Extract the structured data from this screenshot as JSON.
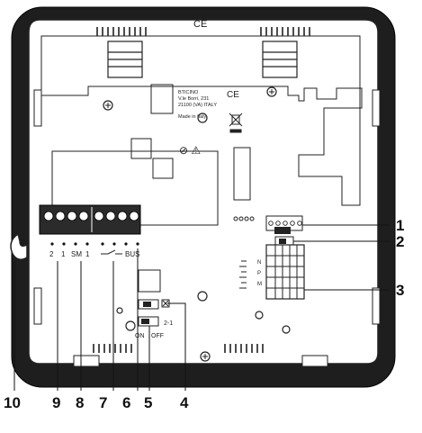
{
  "product_label": {
    "brand": "BTICINO",
    "address_line1": "V.le Borri, 231",
    "address_line2": "21100 (VA) ITALY",
    "made_in": "Made in Italy"
  },
  "marks": {
    "ce_top": "CE",
    "ce_label": "CE"
  },
  "terminal_labels": {
    "t2": "2",
    "t1": "1",
    "sm": "SM",
    "sm1": "1",
    "bus": "BUS"
  },
  "switch_labels": {
    "on": "ON",
    "off": "OFF",
    "two_one": "2-1"
  },
  "callouts": {
    "c1": "1",
    "c2": "2",
    "c3": "3",
    "c4": "4",
    "c5": "5",
    "c6": "6",
    "c7": "7",
    "c8": "8",
    "c9": "9",
    "c10": "10"
  },
  "dip_labels": {
    "n": "N",
    "p": "P",
    "m": "M"
  }
}
